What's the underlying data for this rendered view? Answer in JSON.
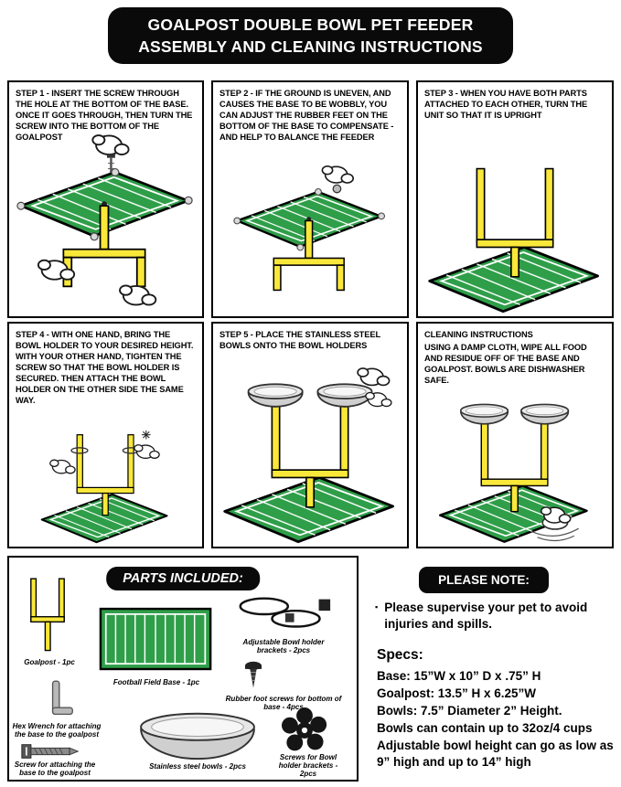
{
  "header": {
    "line1": "GOALPOST DOUBLE BOWL PET FEEDER",
    "line2": "ASSEMBLY AND CLEANING INSTRUCTIONS"
  },
  "steps": [
    {
      "text": "STEP 1 - INSERT THE SCREW THROUGH THE HOLE AT THE BOTTOM OF THE BASE. ONCE IT GOES THROUGH, THEN TURN THE SCREW INTO THE BOTTOM OF THE GOALPOST"
    },
    {
      "text": "STEP 2 - IF THE GROUND IS UNEVEN, AND CAUSES THE BASE TO BE WOBBLY, YOU CAN ADJUST THE RUBBER FEET ON THE BOTTOM OF THE BASE TO COMPENSATE - AND HELP TO BALANCE THE FEEDER"
    },
    {
      "text": "STEP 3 - WHEN YOU HAVE BOTH PARTS ATTACHED TO EACH OTHER, TURN THE UNIT SO THAT IT IS UPRIGHT"
    },
    {
      "text": "STEP 4 - WITH ONE HAND, BRING THE BOWL HOLDER TO YOUR DESIRED HEIGHT. WITH YOUR OTHER HAND, TIGHTEN THE SCREW SO THAT THE BOWL HOLDER IS SECURED. THEN ATTACH THE BOWL HOLDER ON THE OTHER SIDE THE SAME WAY."
    },
    {
      "text": "STEP 5 - PLACE THE STAINLESS STEEL BOWLS ONTO THE BOWL HOLDERS"
    },
    {
      "title": "CLEANING INSTRUCTIONS",
      "text": "USING A DAMP CLOTH, WIPE ALL FOOD AND RESIDUE OFF OF THE BASE AND GOALPOST. BOWLS ARE DISHWASHER SAFE."
    }
  ],
  "parts": {
    "title": "PARTS INCLUDED:",
    "items": [
      {
        "name": "goalpost",
        "label": "Goalpost - 1pc"
      },
      {
        "name": "football-field-base",
        "label": "Football Field Base - 1pc"
      },
      {
        "name": "adjustable-bowl-holder-brackets",
        "label": "Adjustable Bowl holder brackets - 2pcs"
      },
      {
        "name": "rubber-foot-screws",
        "label": "Rubber foot screws for bottom of base - 4pcs"
      },
      {
        "name": "hex-wrench",
        "label": "Hex Wrench for attaching the base to the goalpost"
      },
      {
        "name": "attachment-screw",
        "label": "Screw for attaching the base to the goalpost"
      },
      {
        "name": "stainless-steel-bowls",
        "label": "Stainless steel bowls - 2pcs"
      },
      {
        "name": "bowl-holder-bracket-screws",
        "label": "Screws for Bowl holder brackets - 2pcs"
      }
    ]
  },
  "note": {
    "title": "PLEASE NOTE:",
    "bullet": "Please supervise your pet to avoid injuries and spills.",
    "specs_title": "Specs:",
    "specs": [
      "Base: 15”W x 10” D x .75” H",
      "Goalpost: 13.5” H x 6.25”W",
      "Bowls: 7.5” Diameter 2” Height.",
      "Bowls can contain up to 32oz/4 cups",
      "Adjustable bowl height can go as low as 9” high and up to 14” high"
    ]
  },
  "colors": {
    "field_green": "#2f9e49",
    "goalpost_yellow": "#f9e83a",
    "banner_black": "#0a0a0a",
    "bowl_gray": "#d8d8d8"
  }
}
